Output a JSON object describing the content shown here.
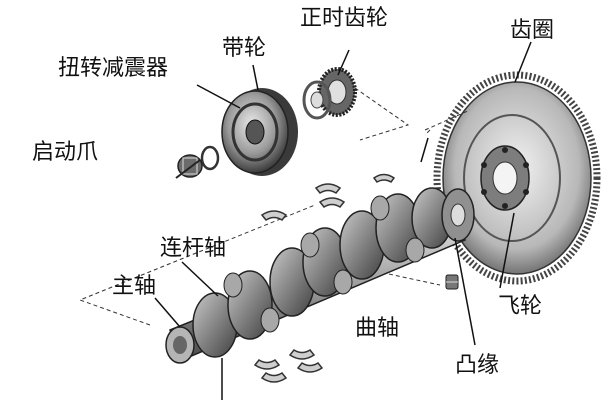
{
  "labels": {
    "ring_gear": "齿圈",
    "timing_gear": "正时齿轮",
    "pulley": "带轮",
    "torsional_damper": "扭转减震器",
    "starting_claw": "启动爪",
    "crankpin": "连杆轴",
    "main_journal": "主轴",
    "crankshaft": "曲轴",
    "flywheel": "飞轮",
    "flange": "凸缘"
  },
  "colors": {
    "line": "#111111",
    "metal_dark": "#4a4a4a",
    "metal_mid": "#8c8c8c",
    "metal_light": "#d0d0d0",
    "background": "#ffffff"
  }
}
